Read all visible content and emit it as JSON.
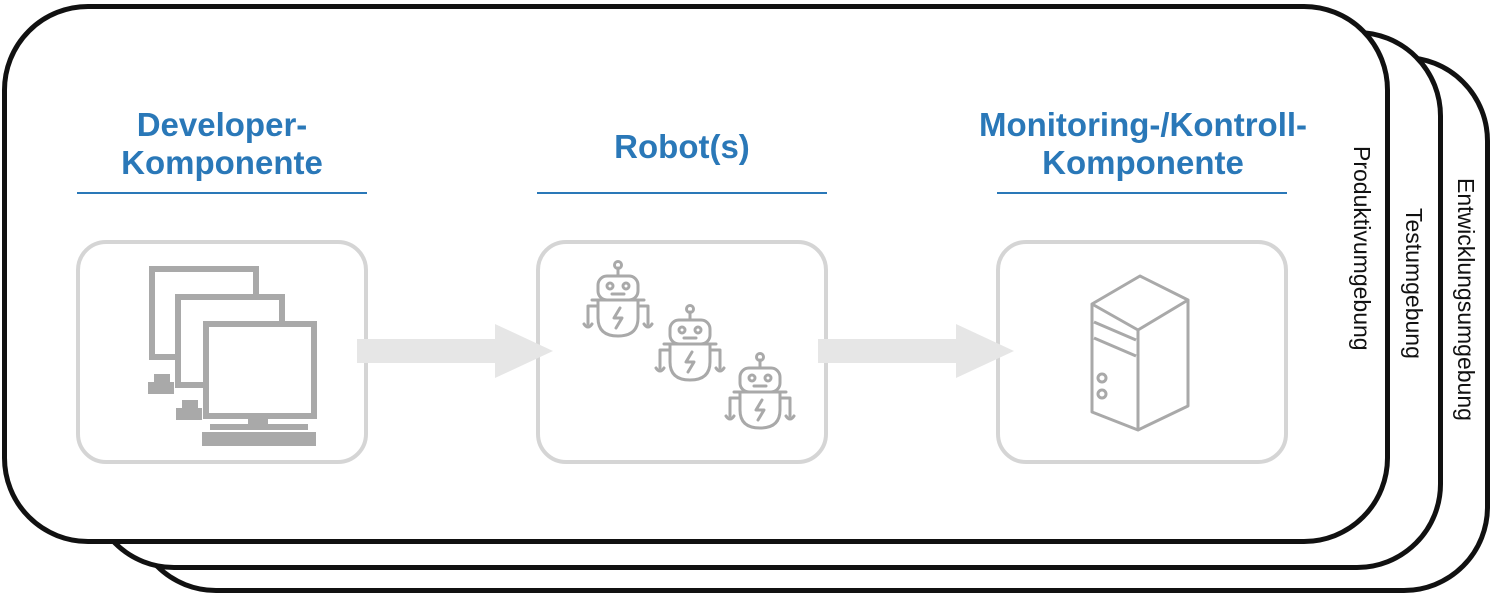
{
  "environments": {
    "entwicklung": "Entwicklungsumgebung",
    "test": "Testumgebung",
    "produktiv": "Produktivumgebung"
  },
  "components": {
    "developer": {
      "line1": "Developer-",
      "line2": "Komponente",
      "icon": "computers-icon"
    },
    "robots": {
      "line1": "Robot(s)",
      "icon": "robots-icon"
    },
    "monitoring": {
      "line1": "Monitoring-/Kontroll-",
      "line2": "Komponente",
      "icon": "server-icon"
    }
  },
  "colors": {
    "heading": "#2a78b8",
    "box_border": "#d5d5d5",
    "icon": "#a9a9a9",
    "arrow": "#e6e6e6"
  }
}
